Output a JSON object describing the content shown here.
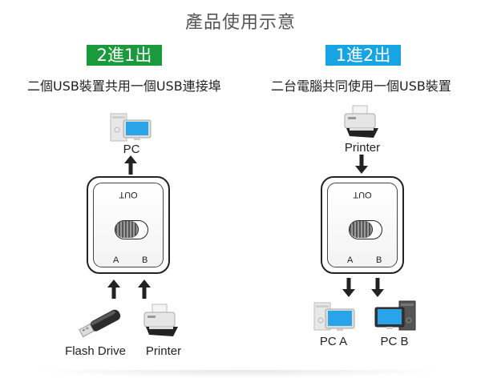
{
  "page_title": "產品使用示意",
  "left_panel": {
    "badge": "2進1出",
    "badge_color": "#1a9a3c",
    "subtitle": "二個USB裝置共用一個USB連接埠",
    "output_device": "PC",
    "switch": {
      "out_label": "OUT",
      "port_a": "A",
      "port_b": "B"
    },
    "input_devices": [
      "Flash Drive",
      "Printer"
    ]
  },
  "right_panel": {
    "badge": "1進2出",
    "badge_color": "#16a4e2",
    "subtitle": "二台電腦共同使用一個USB裝置",
    "input_device": "Printer",
    "switch": {
      "out_label": "OUT",
      "port_a": "A",
      "port_b": "B"
    },
    "output_devices": [
      "PC A",
      "PC B"
    ]
  }
}
